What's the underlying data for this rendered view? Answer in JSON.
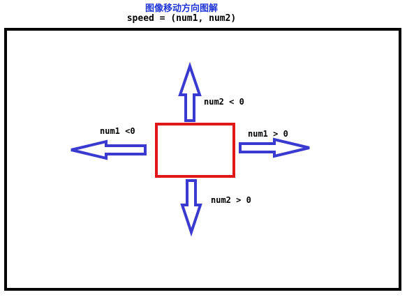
{
  "title": "图像移动方向图解",
  "formula": "speed = (num1, num2)",
  "labels": {
    "up": "num2 < 0",
    "left": "num1 <0",
    "right": "num1 > 0",
    "down": "num2 > 0"
  },
  "colors": {
    "title": "#1f35d6",
    "arrow_stroke": "#3a3ad0",
    "box_stroke": "#e01818",
    "frame": "#000000"
  }
}
